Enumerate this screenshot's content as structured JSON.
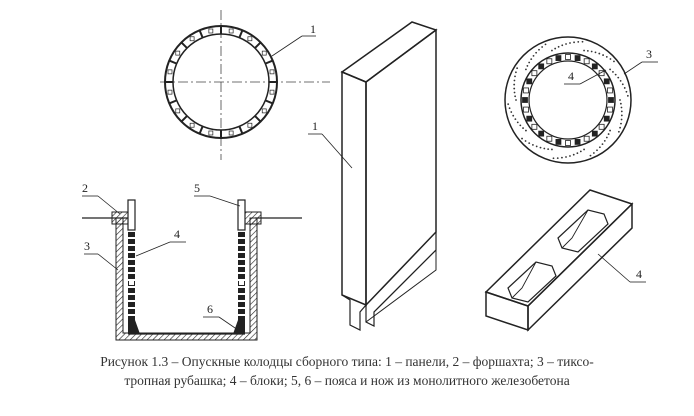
{
  "figure": {
    "labels": {
      "l1_top": "1",
      "l1_panel": "1",
      "l2": "2",
      "l3_section": "3",
      "l3_ring": "3",
      "l4_section": "4",
      "l4_ring": "4",
      "l4_block": "4",
      "l5": "5",
      "l6": "6"
    }
  },
  "caption": {
    "line1": "Рисунок 1.3 – Опускные колодцы сборного типа: 1 – панели, 2 – форшахта; 3 – тиксо-",
    "line2": "тропная рубашка; 4 – блоки; 5, 6 – пояса и нож из монолитного железобетона"
  }
}
